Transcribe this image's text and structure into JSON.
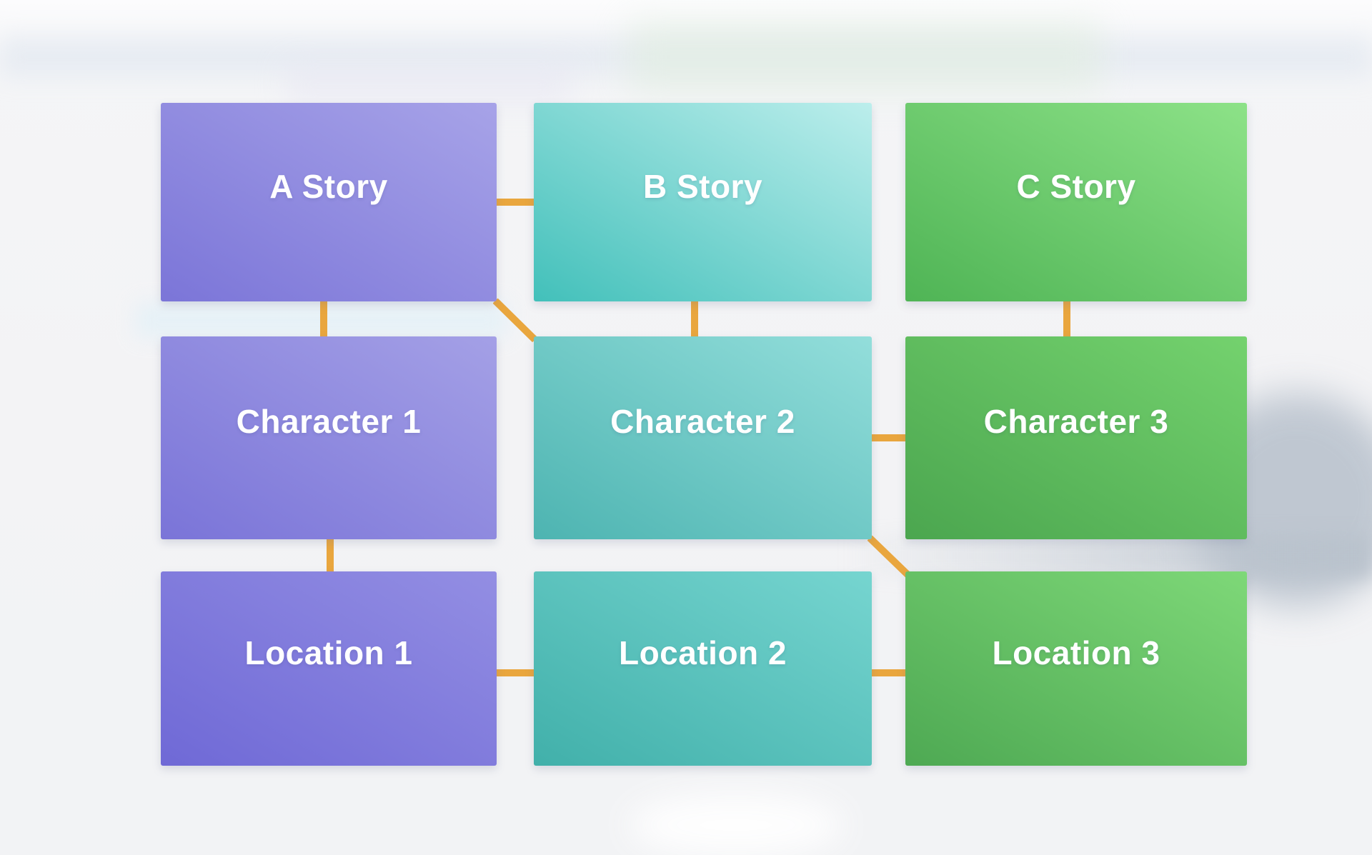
{
  "colors": {
    "connector": "#e9a63e",
    "background": "#f2f3f5",
    "label_text": "#ffffff"
  },
  "diagram": {
    "description": "Story structure grid diagram with three plotlines",
    "nodes": [
      {
        "id": "a-story",
        "label": "A Story",
        "row": 1,
        "col": 1,
        "gradient_from": "#7b75d8",
        "gradient_to": "#a7a3e8"
      },
      {
        "id": "b-story",
        "label": "B Story",
        "row": 1,
        "col": 2,
        "gradient_from": "#42c0ba",
        "gradient_to": "#bceeec"
      },
      {
        "id": "c-story",
        "label": "C Story",
        "row": 1,
        "col": 3,
        "gradient_from": "#4fb455",
        "gradient_to": "#8de288"
      },
      {
        "id": "character-1",
        "label": "Character 1",
        "row": 2,
        "col": 1,
        "gradient_from": "#7a74d8",
        "gradient_to": "#a4a0e6"
      },
      {
        "id": "character-2",
        "label": "Character 2",
        "row": 2,
        "col": 2,
        "gradient_from": "#4db4b1",
        "gradient_to": "#93dedb"
      },
      {
        "id": "character-3",
        "label": "Character 3",
        "row": 2,
        "col": 3,
        "gradient_from": "#4ba64f",
        "gradient_to": "#74d26e"
      },
      {
        "id": "location-1",
        "label": "Location 1",
        "row": 3,
        "col": 1,
        "gradient_from": "#6f69d6",
        "gradient_to": "#938ee3"
      },
      {
        "id": "location-2",
        "label": "Location 2",
        "row": 3,
        "col": 2,
        "gradient_from": "#41b0aa",
        "gradient_to": "#76d5d0"
      },
      {
        "id": "location-3",
        "label": "Location 3",
        "row": 3,
        "col": 3,
        "gradient_from": "#4ea953",
        "gradient_to": "#7ed878"
      }
    ],
    "edges": [
      {
        "from": "a-story",
        "to": "b-story"
      },
      {
        "from": "a-story",
        "to": "character-1"
      },
      {
        "from": "a-story",
        "to": "character-2"
      },
      {
        "from": "b-story",
        "to": "character-2"
      },
      {
        "from": "c-story",
        "to": "character-3"
      },
      {
        "from": "character-2",
        "to": "character-3"
      },
      {
        "from": "character-1",
        "to": "location-1"
      },
      {
        "from": "character-2",
        "to": "location-3"
      },
      {
        "from": "location-1",
        "to": "location-2"
      },
      {
        "from": "location-2",
        "to": "location-3"
      }
    ]
  }
}
